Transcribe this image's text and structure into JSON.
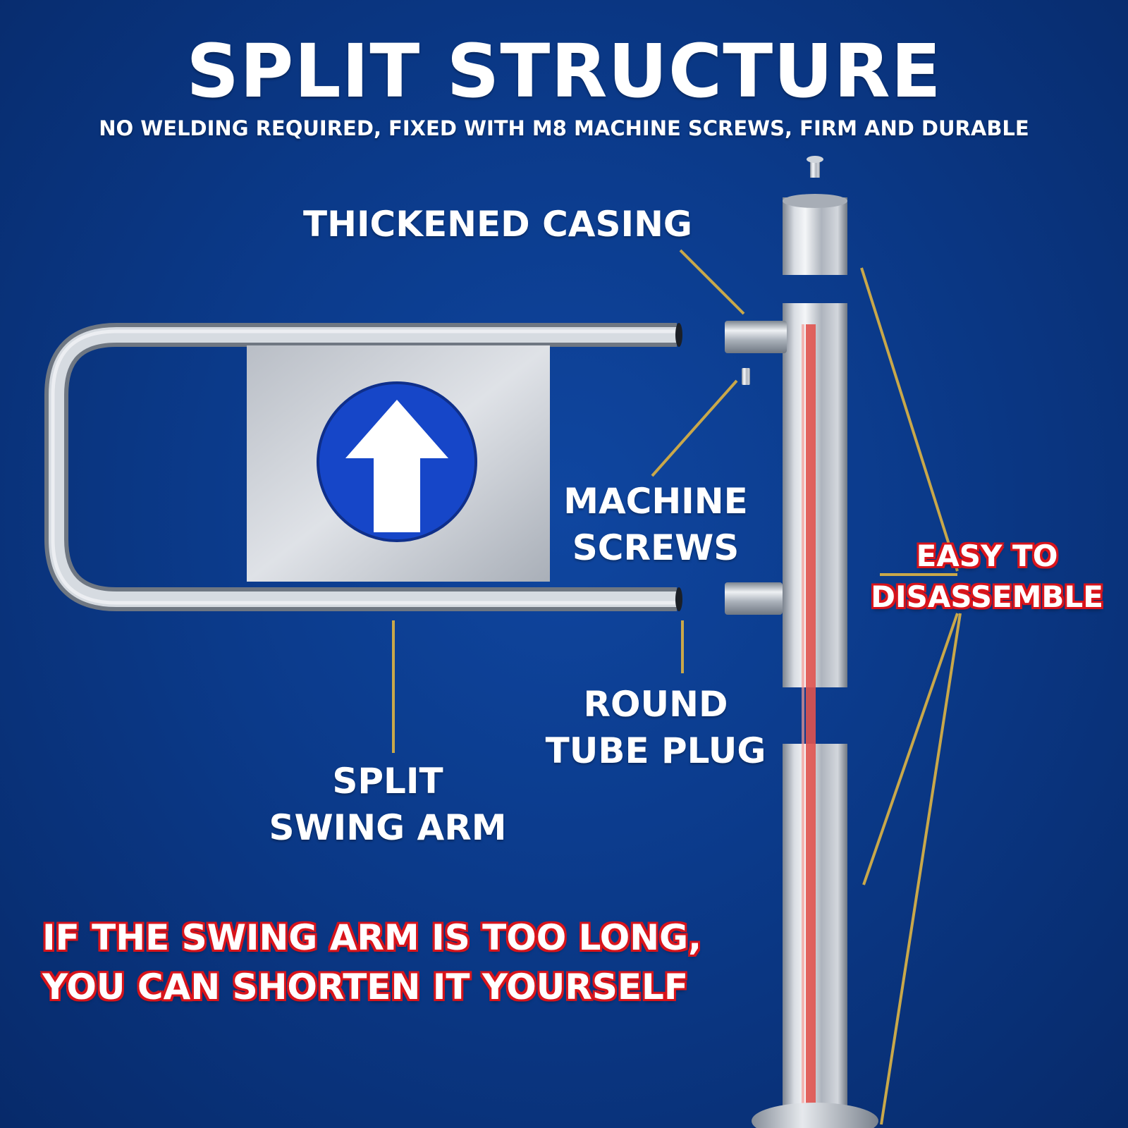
{
  "header": {
    "title": "SPLIT STRUCTURE",
    "subtitle": "NO WELDING REQUIRED, FIXED WITH M8 MACHINE SCREWS, FIRM AND DURABLE"
  },
  "callouts": {
    "thickened_casing": "THICKENED CASING",
    "machine_screws_line1": "MACHINE",
    "machine_screws_line2": "SCREWS",
    "round_tube_plug_line1": "ROUND",
    "round_tube_plug_line2": "TUBE PLUG",
    "split_swing_arm_line1": "SPLIT",
    "split_swing_arm_line2": "SWING ARM",
    "easy_line1": "EASY TO",
    "easy_line2": "DISASSEMBLE"
  },
  "note": {
    "line1": "IF THE SWING ARM IS TOO LONG,",
    "line2": "YOU CAN SHORTEN IT YOURSELF"
  },
  "colors": {
    "background": "#0b3a8a",
    "steel": "#c9ced6",
    "leader_line": "#c9a84a",
    "sign_blue": "#1646c8",
    "accent_red": "#d8141b",
    "pole_stripe": "#e0534f"
  },
  "icons": {
    "sign": "up-arrow-icon"
  }
}
